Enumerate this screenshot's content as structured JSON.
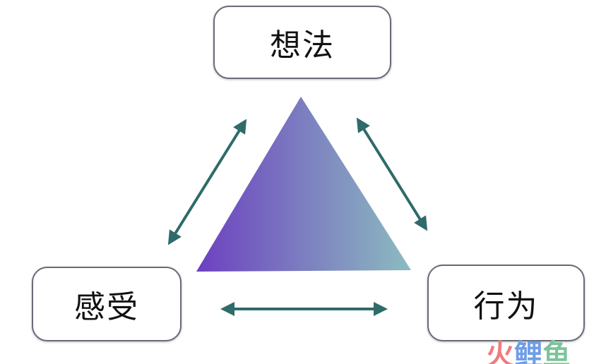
{
  "nodes": {
    "thought": "想法",
    "feeling": "感受",
    "behavior": "行为"
  },
  "colors": {
    "arrow": "#2e6b6a",
    "triangle_start": "#6c40c0",
    "triangle_end": "#8cbcc0",
    "border": "#6a6a78"
  },
  "watermark": {
    "chars": [
      "火",
      "鲤",
      "鱼"
    ],
    "colors": [
      "#f07b7b",
      "#6f9ee8",
      "#7cc49a"
    ]
  }
}
